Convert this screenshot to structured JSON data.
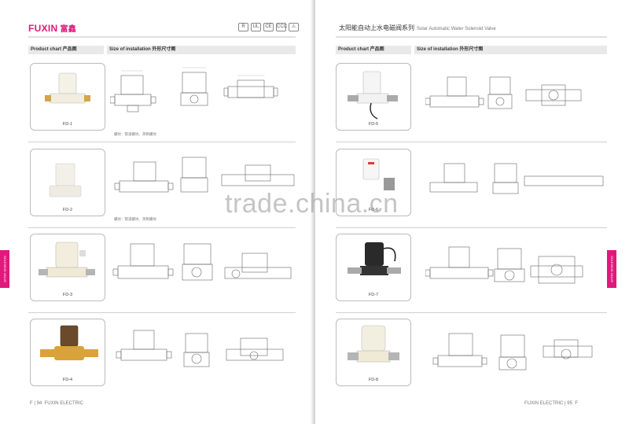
{
  "left_page": {
    "brand_en": "FUXIN",
    "brand_cn": "富鑫",
    "cert_icons": [
      "rohs-icon",
      "ul-icon",
      "ce-icon",
      "ccc-icon",
      "warning-icon"
    ],
    "cert_glyphs": [
      "R",
      "UL",
      "CE",
      "CCC",
      "⚠"
    ],
    "col_product": "Product chart  产品图",
    "col_size": "Size of installation  外形尺寸图",
    "models": [
      "FD-1",
      "FD-2",
      "FD-3",
      "FD-4"
    ],
    "notes": [
      "螺纹：管道螺纹、英制螺纹",
      "螺纹：管道螺纹、英制螺纹"
    ],
    "side_tab": "SOLENOID VALVE",
    "footer_page": "F",
    "footer_num": "94",
    "footer_company": "FUXIN ELECTRIC"
  },
  "right_page": {
    "series_cn": "太阳能自动上水电磁阀系列",
    "series_en": "Solar Automatic Water Solenoid Valve",
    "col_product": "Product chart  产品图",
    "col_size": "Size of installation  外形尺寸图",
    "models": [
      "FD-5",
      "FD-6",
      "FD-7",
      "FD-8"
    ],
    "side_tab": "SOLENOID VALVE",
    "footer_company": "FUXIN ELECTRIC",
    "footer_num": "95",
    "footer_page": "F"
  },
  "watermark": "trade.china.cn",
  "colors": {
    "brand": "#e0197d",
    "rule": "#e0e0e0"
  }
}
